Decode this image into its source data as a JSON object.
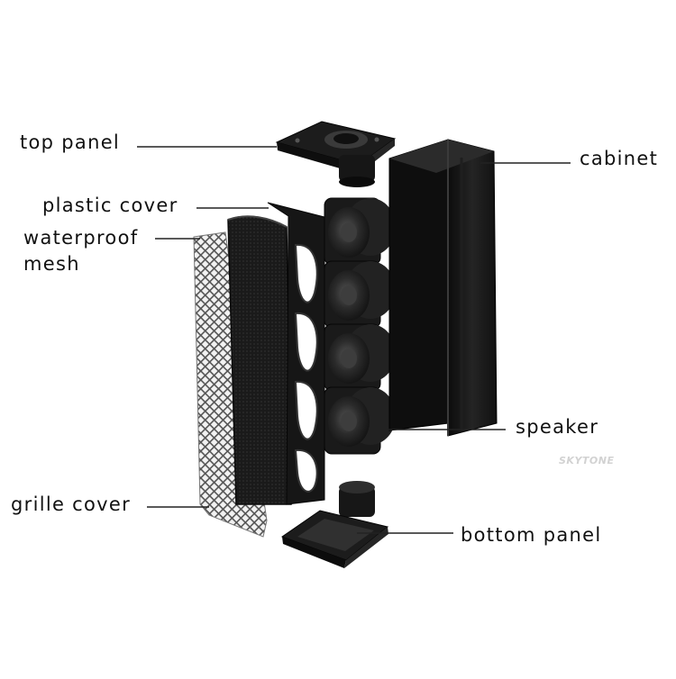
{
  "labels": {
    "top_panel": "top panel",
    "plastic_cover": "plastic cover",
    "waterproof_mesh_line1": "waterproof",
    "waterproof_mesh_line2": "mesh",
    "cabinet": "cabinet",
    "speaker": "speaker",
    "grille_cover": "grille cover",
    "bottom_panel": "bottom panel"
  },
  "watermark": "SKYTONE",
  "colors": {
    "background": "#ffffff",
    "part_dark": "#141414",
    "part_mid": "#2a2a2a",
    "part_light": "#3c3c3c",
    "leader_line": "#222222",
    "mesh": "#6e6e6e"
  }
}
